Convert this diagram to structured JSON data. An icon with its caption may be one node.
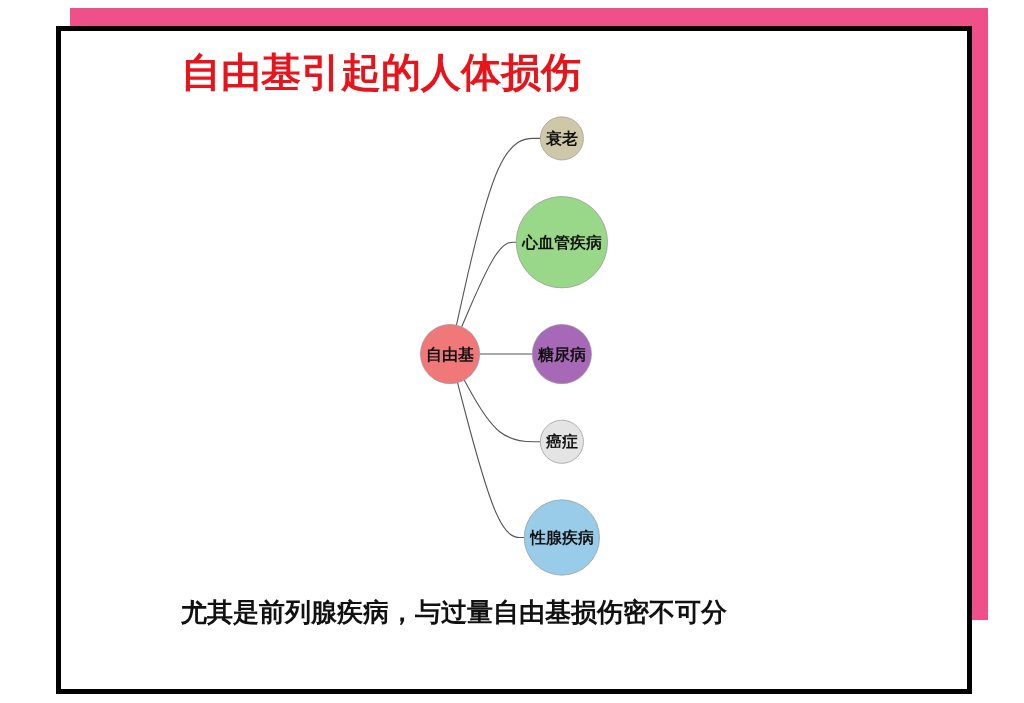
{
  "diagram": {
    "title": "自由基引起的人体损伤",
    "nodes": [
      {
        "text": [
          "自由基"
        ]
      },
      {
        "text": [
          "衰老"
        ]
      },
      {
        "text": [
          "心血管疾病"
        ]
      },
      {
        "text": [
          "糖尿病"
        ]
      },
      {
        "text": [
          "癌症"
        ]
      },
      {
        "text": [
          "性腺疾病"
        ],
        "beside": [
          "尤其是前列腺疾病，与过量自由基损伤密不可分"
        ]
      }
    ],
    "edges": [
      {
        "from": 0,
        "to": 1,
        "arrow": "none"
      },
      {
        "from": 0,
        "to": 2,
        "arrow": "none"
      },
      {
        "from": 0,
        "to": 3,
        "arrow": "none"
      },
      {
        "from": 0,
        "to": 4,
        "arrow": "none"
      },
      {
        "from": 0,
        "to": 5,
        "arrow": "none"
      }
    ]
  }
}
